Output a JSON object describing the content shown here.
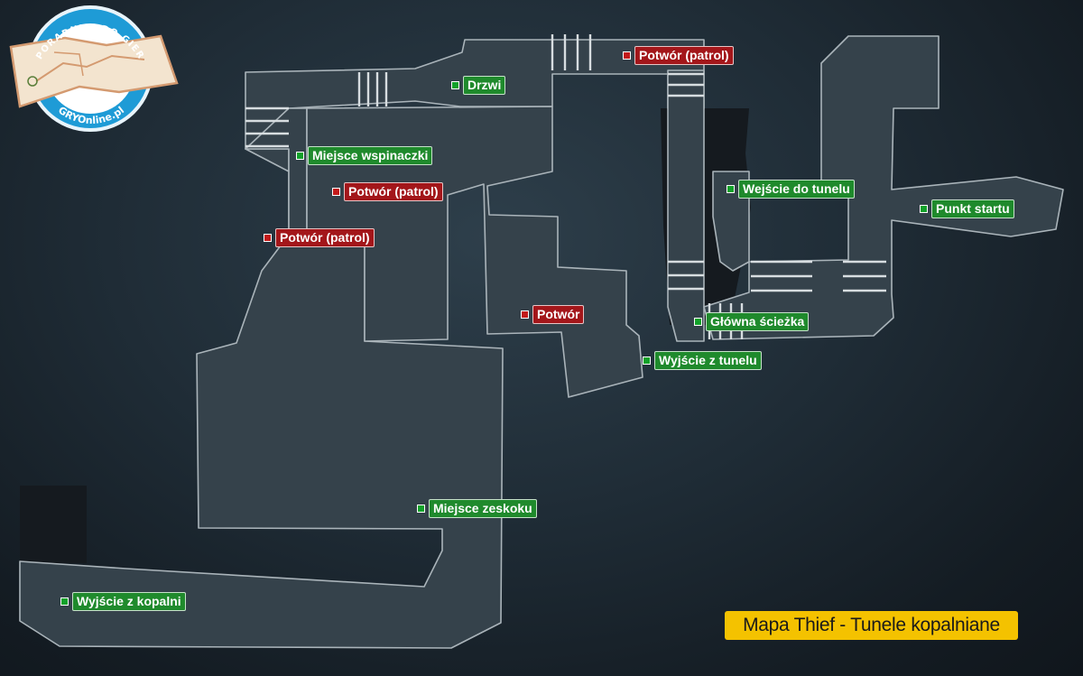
{
  "map": {
    "title": "Mapa Thief - Tunele kopalniane",
    "logo": {
      "top_text": "PORADNIKI DO GIER",
      "bottom_text": "GRYOnline.pl"
    },
    "markers": [
      {
        "type": "danger",
        "label": "Potwór (patrol)"
      },
      {
        "type": "info",
        "label": "Drzwi"
      },
      {
        "type": "info",
        "label": "Miejsce wspinaczki"
      },
      {
        "type": "danger",
        "label": "Potwór (patrol)"
      },
      {
        "type": "info",
        "label": "Wejście do tunelu"
      },
      {
        "type": "info",
        "label": "Punkt startu"
      },
      {
        "type": "danger",
        "label": "Potwór (patrol)"
      },
      {
        "type": "danger",
        "label": "Potwór"
      },
      {
        "type": "info",
        "label": "Główna ścieżka"
      },
      {
        "type": "info",
        "label": "Wyjście z tunelu"
      },
      {
        "type": "info",
        "label": "Miejsce zeskoku"
      },
      {
        "type": "info",
        "label": "Wyjście z kopalni"
      }
    ],
    "colors": {
      "info": "#1f8a2c",
      "danger": "#a3161a",
      "title_bg": "#f4c200"
    }
  }
}
